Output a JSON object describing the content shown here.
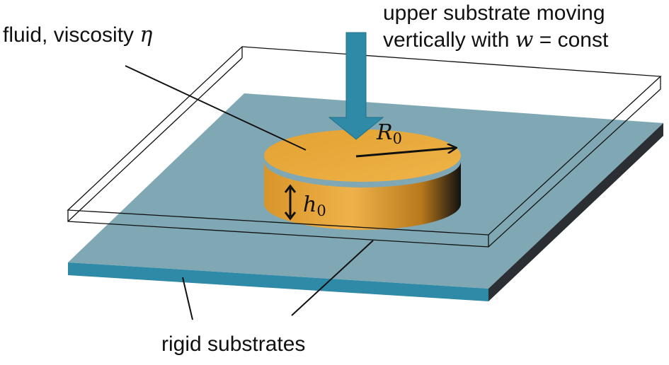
{
  "labels": {
    "fluid_text": "fluid, viscosity ",
    "fluid_symbol": "η",
    "upper_line1": "upper substrate moving",
    "upper_line2_pre": "vertically with ",
    "upper_line2_symbol": "w",
    "upper_line2_post": " = const",
    "radius_symbol": "R",
    "radius_subscript": "0",
    "height_symbol": "h",
    "height_subscript": "0",
    "rigid_text": "rigid substrates"
  },
  "colors": {
    "substrate_top": "#7fa8b4",
    "substrate_edge": "#2e8aa6",
    "substrate_shadow": "#2b2f33",
    "fluid_top": "#e8a832",
    "fluid_side_light": "#e0a030",
    "fluid_side_dark": "#1a1a1a",
    "arrow": "#2e8aa6",
    "outline": "#111111"
  }
}
